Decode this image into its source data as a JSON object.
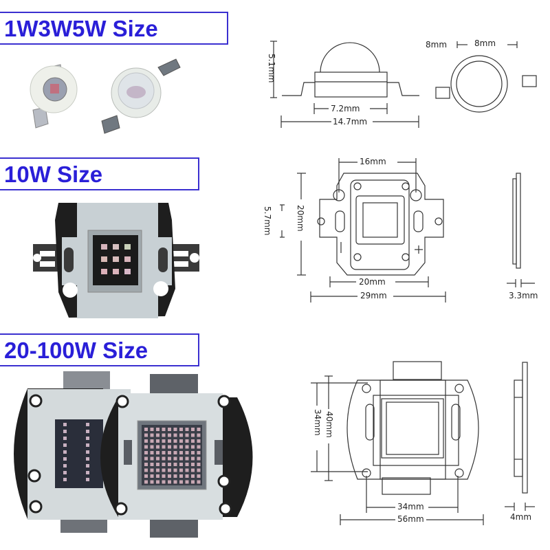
{
  "sections": [
    {
      "title": "1W3W5W Size",
      "photo": "1w-3w-5w-high-power-led-emitters",
      "dimensions": {
        "height": "5.1mm",
        "body_width": "7.2mm",
        "total_width": "14.7mm",
        "lens_offset": "8mm",
        "lens_width": "8mm"
      }
    },
    {
      "title": "10W Size",
      "photo": "10w-cob-led-chip-3x3",
      "dimensions": {
        "hole_spacing": "16mm",
        "height": "20mm",
        "pad_height": "5.7mm",
        "body_width": "20mm",
        "total_width": "29mm",
        "thickness": "3.3mm"
      },
      "polarity": {
        "negative": "|",
        "positive": "+"
      }
    },
    {
      "title": "20-100W Size",
      "photo": "20w-100w-cob-led-chips",
      "dimensions": {
        "height_outer": "40mm",
        "height_holes": "34mm",
        "hole_spacing": "34mm",
        "total_width": "56mm",
        "thickness": "4mm"
      }
    }
  ],
  "colors": {
    "title_text": "#2a1fd8",
    "title_border": "#3a2fd0",
    "line": "#333333"
  }
}
